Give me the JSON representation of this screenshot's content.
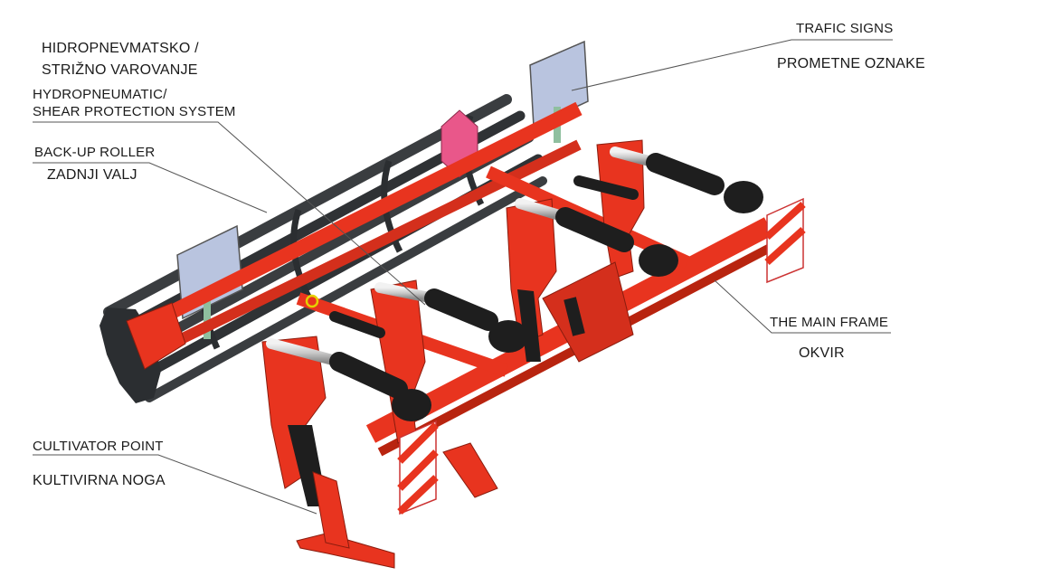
{
  "labels": {
    "hydro_si_1": "HIDROPNEVMATSKO /",
    "hydro_si_2": "STRIŽNO VAROVANJE",
    "hydro_en_1": "HYDROPNEUMATIC/",
    "hydro_en_2": "SHEAR PROTECTION SYSTEM",
    "roller_en": "BACK-UP ROLLER",
    "roller_si": "ZADNJI VALJ",
    "signs_en": "TRAFIC SIGNS",
    "signs_si": "PROMETNE OZNAKE",
    "frame_en": "THE MAIN FRAME",
    "frame_si": "OKVIR",
    "point_en": "CULTIVATOR POINT",
    "point_si": "KULTIVIRNA NOGA"
  },
  "colors": {
    "frame_red": "#e8341f",
    "frame_shadow": "#b8240f",
    "roller_dark": "#3a3d40",
    "cylinder_black": "#1e1e1e",
    "sign_blue": "#b9c4df",
    "sign_pink": "#e9578a",
    "leader_line": "#555555"
  }
}
